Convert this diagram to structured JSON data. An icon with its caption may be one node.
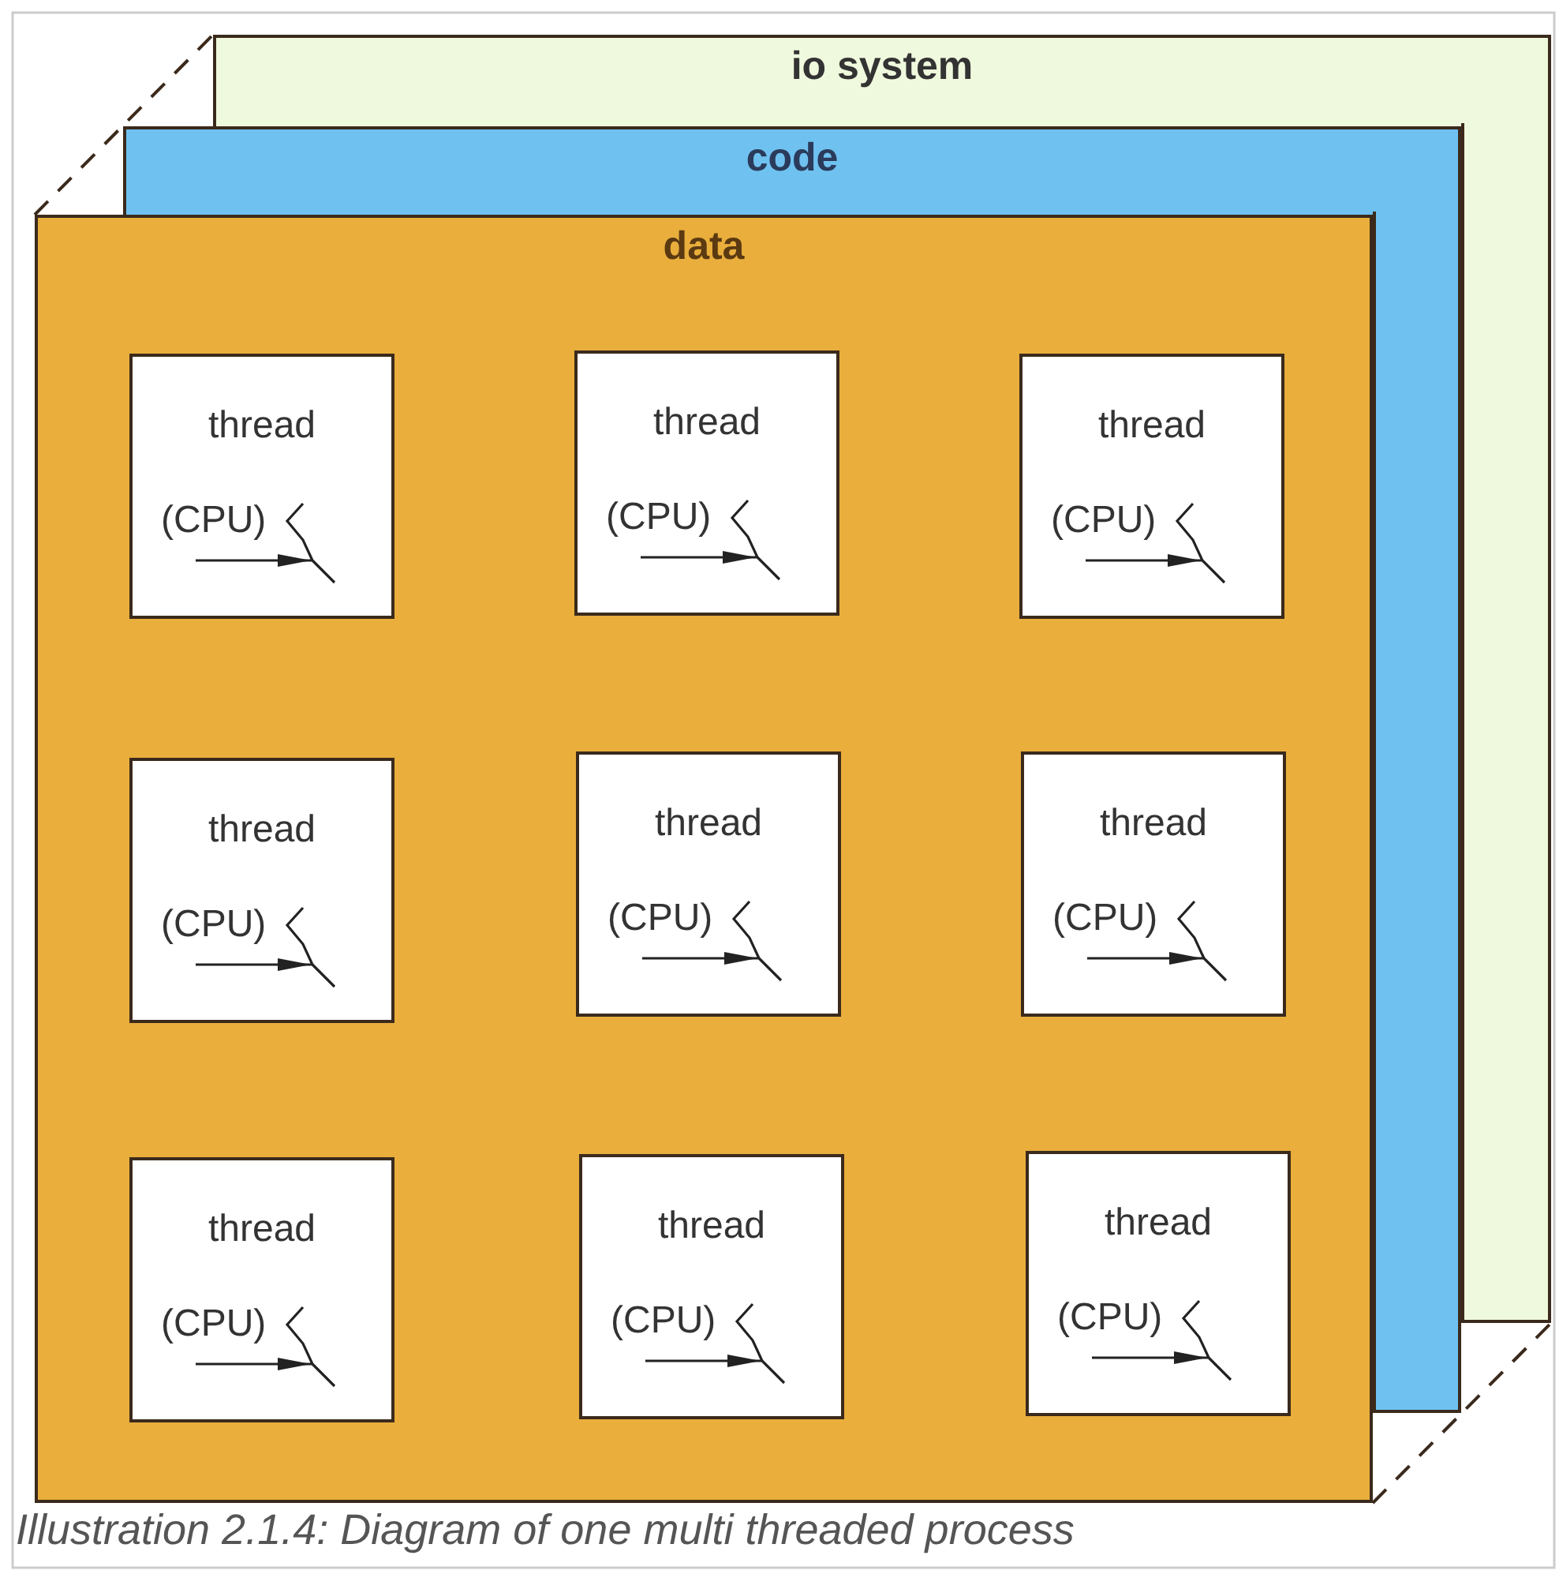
{
  "diagram": {
    "caption": "Illustration 2.1.4: Diagram of one multi threaded process",
    "nodes": [
      {
        "text": [
          "io system"
        ]
      },
      {
        "text": [
          "code"
        ]
      },
      {
        "text": [
          "data"
        ]
      },
      {
        "text": [
          "thread",
          "(CPU)"
        ],
        "in": 2
      },
      {
        "text": [
          "thread",
          "(CPU)"
        ],
        "in": 2
      },
      {
        "text": [
          "thread",
          "(CPU)"
        ],
        "in": 2
      },
      {
        "text": [
          "thread",
          "(CPU)"
        ],
        "in": 2
      },
      {
        "text": [
          "thread",
          "(CPU)"
        ],
        "in": 2
      },
      {
        "text": [
          "thread",
          "(CPU)"
        ],
        "in": 2
      },
      {
        "text": [
          "thread",
          "(CPU)"
        ],
        "in": 2
      },
      {
        "text": [
          "thread",
          "(CPU)"
        ],
        "in": 2
      },
      {
        "text": [
          "thread",
          "(CPU)"
        ],
        "in": 2
      }
    ]
  }
}
